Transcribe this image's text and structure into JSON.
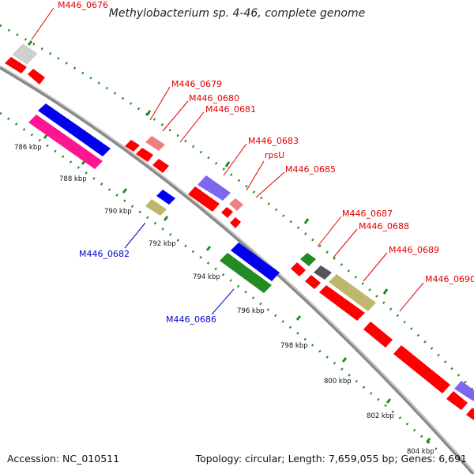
{
  "title": "Methylobacterium sp. 4-46, complete genome",
  "footer": {
    "accession": "Accession: NC_010511",
    "summary": "Topology: circular; Length: 7,659,055 bp; Genes: 6,691"
  },
  "kbp_labels": [
    "786 kbp",
    "788 kbp",
    "790 kbp",
    "792 kbp",
    "794 kbp",
    "796 kbp",
    "798 kbp",
    "800 kbp",
    "802 kbp",
    "804 kbp"
  ],
  "gene_labels": [
    {
      "text": "M446_0676",
      "color": "#e00000"
    },
    {
      "text": "M446_0679",
      "color": "#e00000"
    },
    {
      "text": "M446_0680",
      "color": "#e00000"
    },
    {
      "text": "M446_0681",
      "color": "#e00000"
    },
    {
      "text": "M446_0683",
      "color": "#e00000"
    },
    {
      "text": "rpsU",
      "color": "#e00000"
    },
    {
      "text": "M446_0685",
      "color": "#e00000"
    },
    {
      "text": "M446_0687",
      "color": "#e00000"
    },
    {
      "text": "M446_0688",
      "color": "#e00000"
    },
    {
      "text": "M446_0689",
      "color": "#e00000"
    },
    {
      "text": "M446_0690",
      "color": "#e00000"
    },
    {
      "text": "M446_0682",
      "color": "#0000cc"
    },
    {
      "text": "M446_0686",
      "color": "#0000cc"
    }
  ],
  "colors": {
    "backbone": "#999999",
    "tick_dots": "#228b22",
    "red_gene": "#ff0000",
    "pink_gene": "#f08080",
    "blue_gene": "#0000ee",
    "magenta_gene": "#ff1493",
    "green_gene": "#228b22",
    "khaki_gene": "#bdb76b",
    "purple_gene": "#7b68ee",
    "gray_gene": "#555555",
    "lightgray_gene": "#cccccc"
  }
}
